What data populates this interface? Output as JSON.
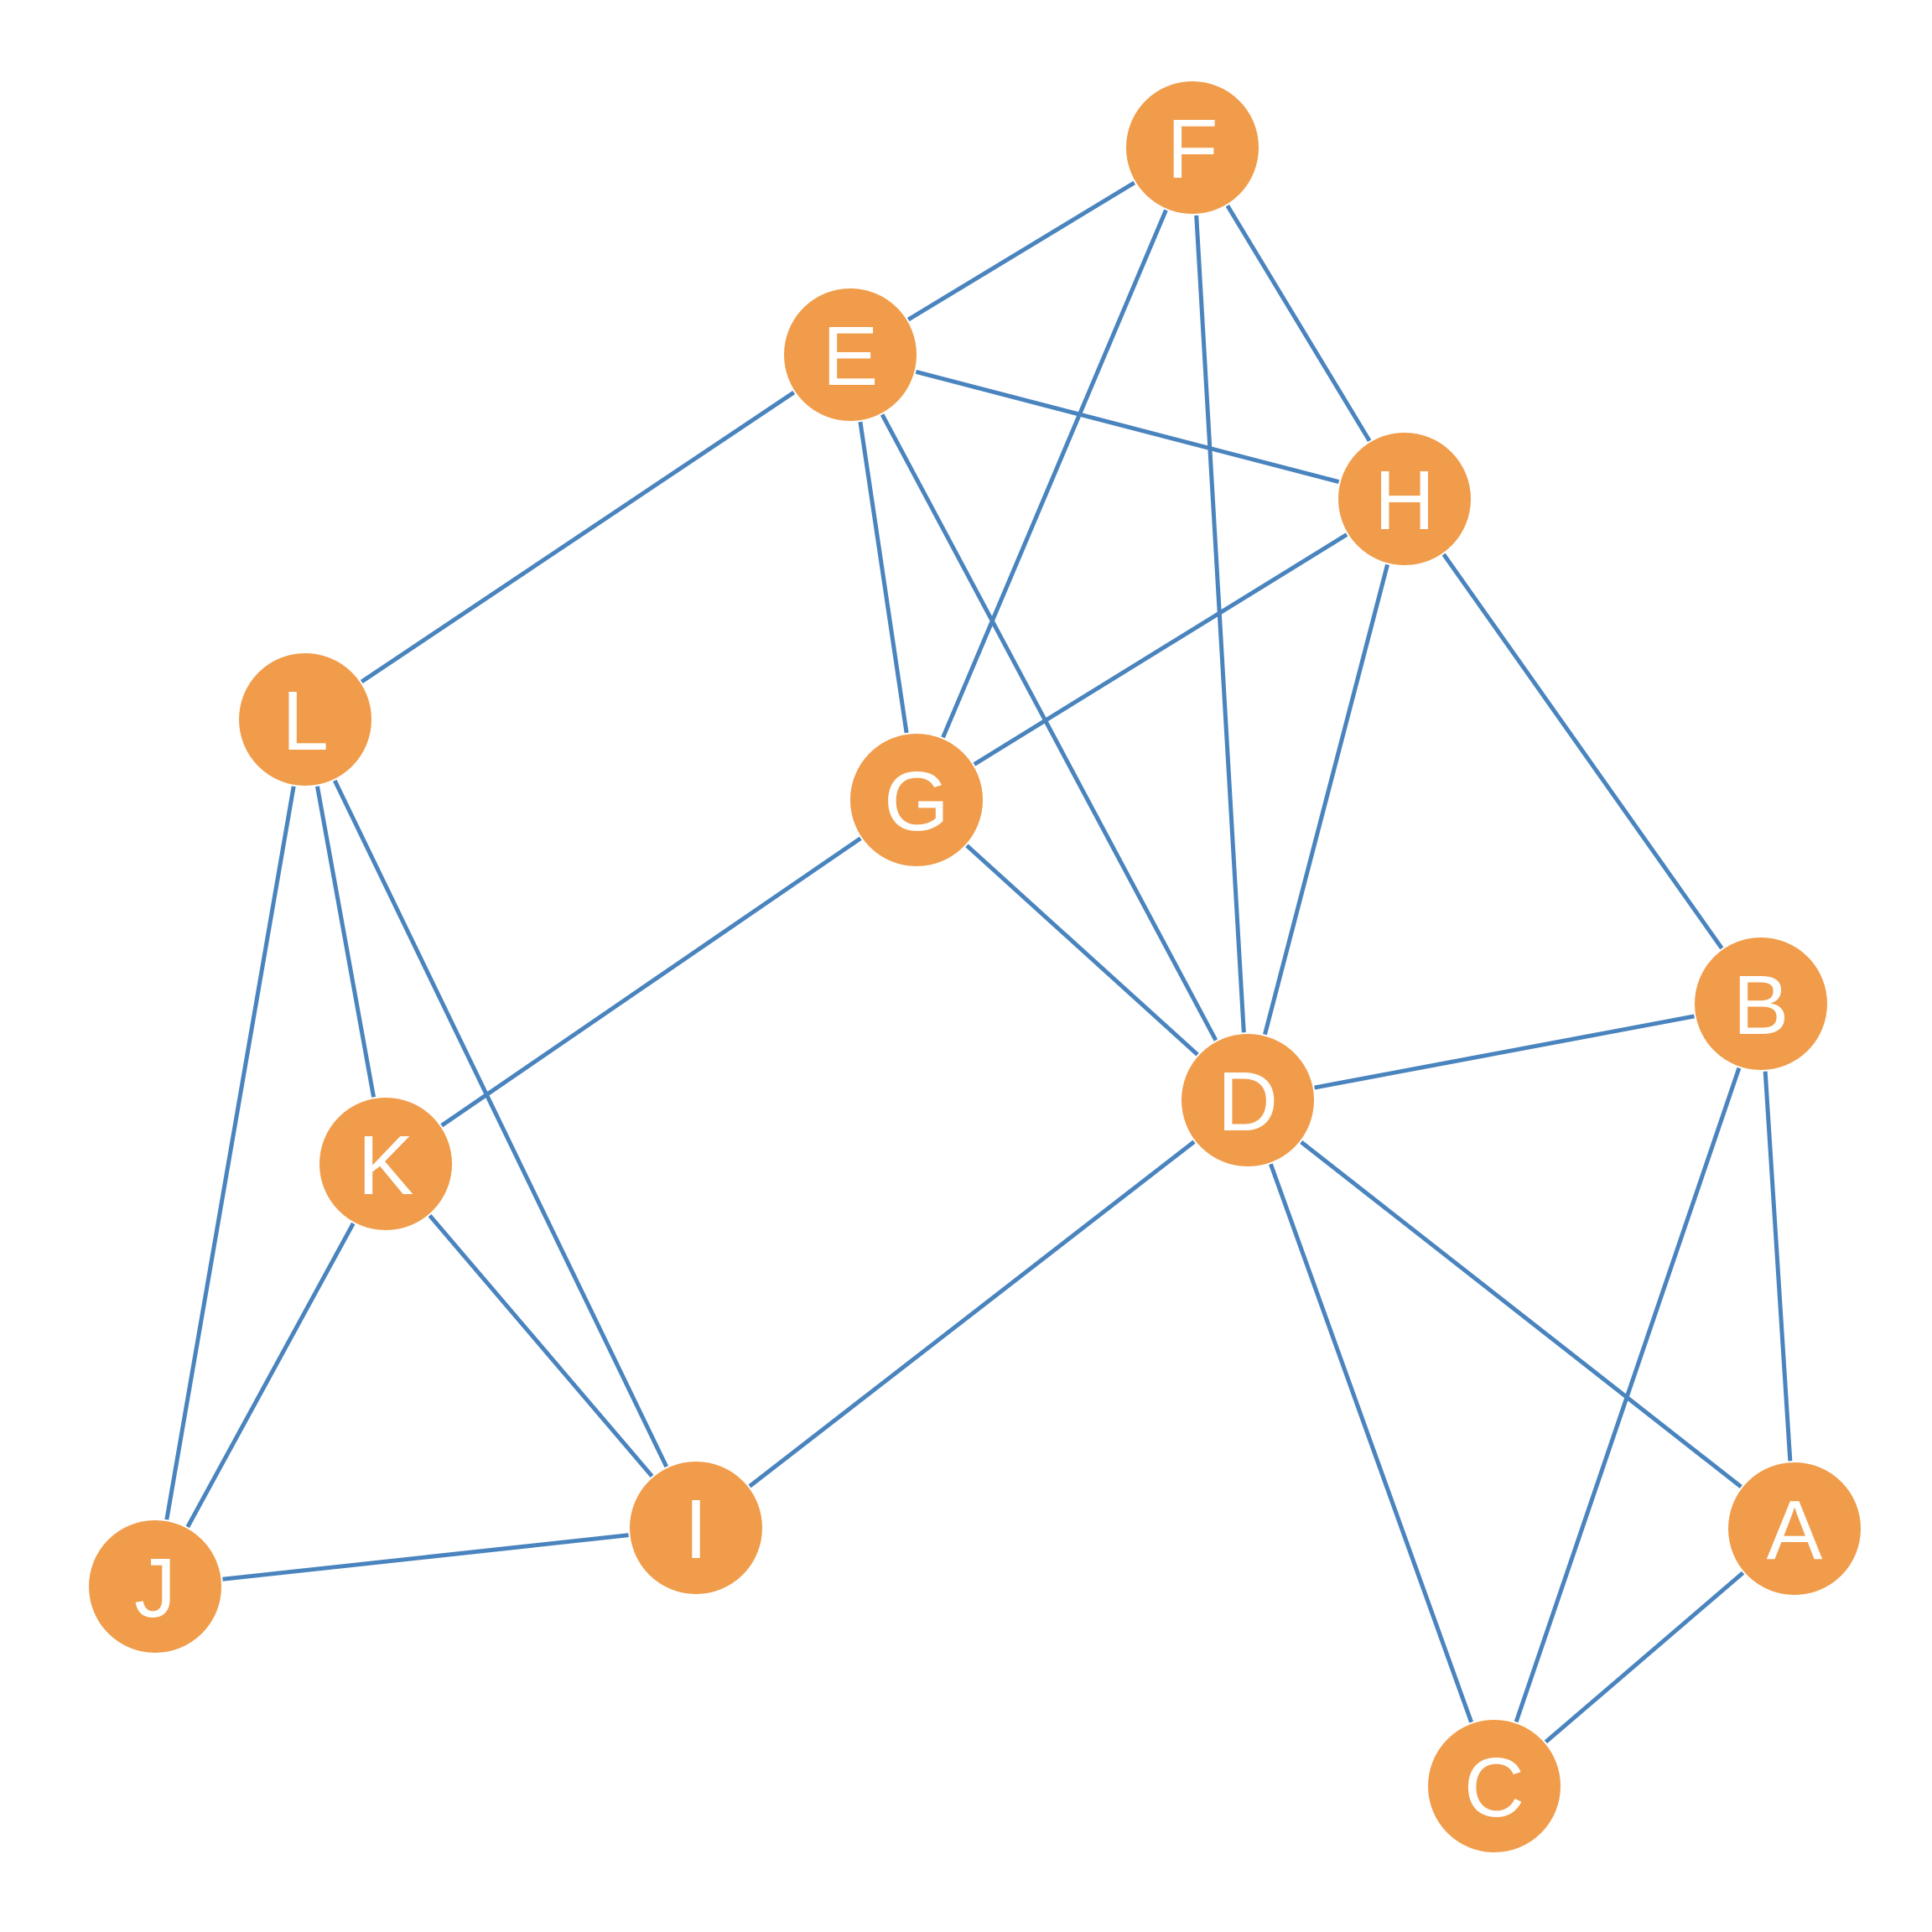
{
  "graph": {
    "node_color": "#F09C4A",
    "edge_color": "#4A84BE",
    "label_color": "#FFFFFF",
    "nodes": [
      {
        "id": "A",
        "label": "A"
      },
      {
        "id": "B",
        "label": "B"
      },
      {
        "id": "C",
        "label": "C"
      },
      {
        "id": "D",
        "label": "D"
      },
      {
        "id": "E",
        "label": "E"
      },
      {
        "id": "F",
        "label": "F"
      },
      {
        "id": "G",
        "label": "G"
      },
      {
        "id": "H",
        "label": "H"
      },
      {
        "id": "I",
        "label": "I"
      },
      {
        "id": "J",
        "label": "J"
      },
      {
        "id": "K",
        "label": "K"
      },
      {
        "id": "L",
        "label": "L"
      }
    ],
    "edges": [
      [
        "F",
        "E"
      ],
      [
        "F",
        "H"
      ],
      [
        "F",
        "G"
      ],
      [
        "F",
        "D"
      ],
      [
        "E",
        "H"
      ],
      [
        "E",
        "L"
      ],
      [
        "E",
        "G"
      ],
      [
        "E",
        "D"
      ],
      [
        "H",
        "G"
      ],
      [
        "H",
        "D"
      ],
      [
        "H",
        "B"
      ],
      [
        "L",
        "K"
      ],
      [
        "L",
        "J"
      ],
      [
        "L",
        "I"
      ],
      [
        "G",
        "K"
      ],
      [
        "G",
        "D"
      ],
      [
        "D",
        "B"
      ],
      [
        "D",
        "A"
      ],
      [
        "D",
        "C"
      ],
      [
        "D",
        "I"
      ],
      [
        "B",
        "A"
      ],
      [
        "B",
        "C"
      ],
      [
        "A",
        "C"
      ],
      [
        "K",
        "J"
      ],
      [
        "K",
        "I"
      ],
      [
        "J",
        "I"
      ]
    ]
  }
}
